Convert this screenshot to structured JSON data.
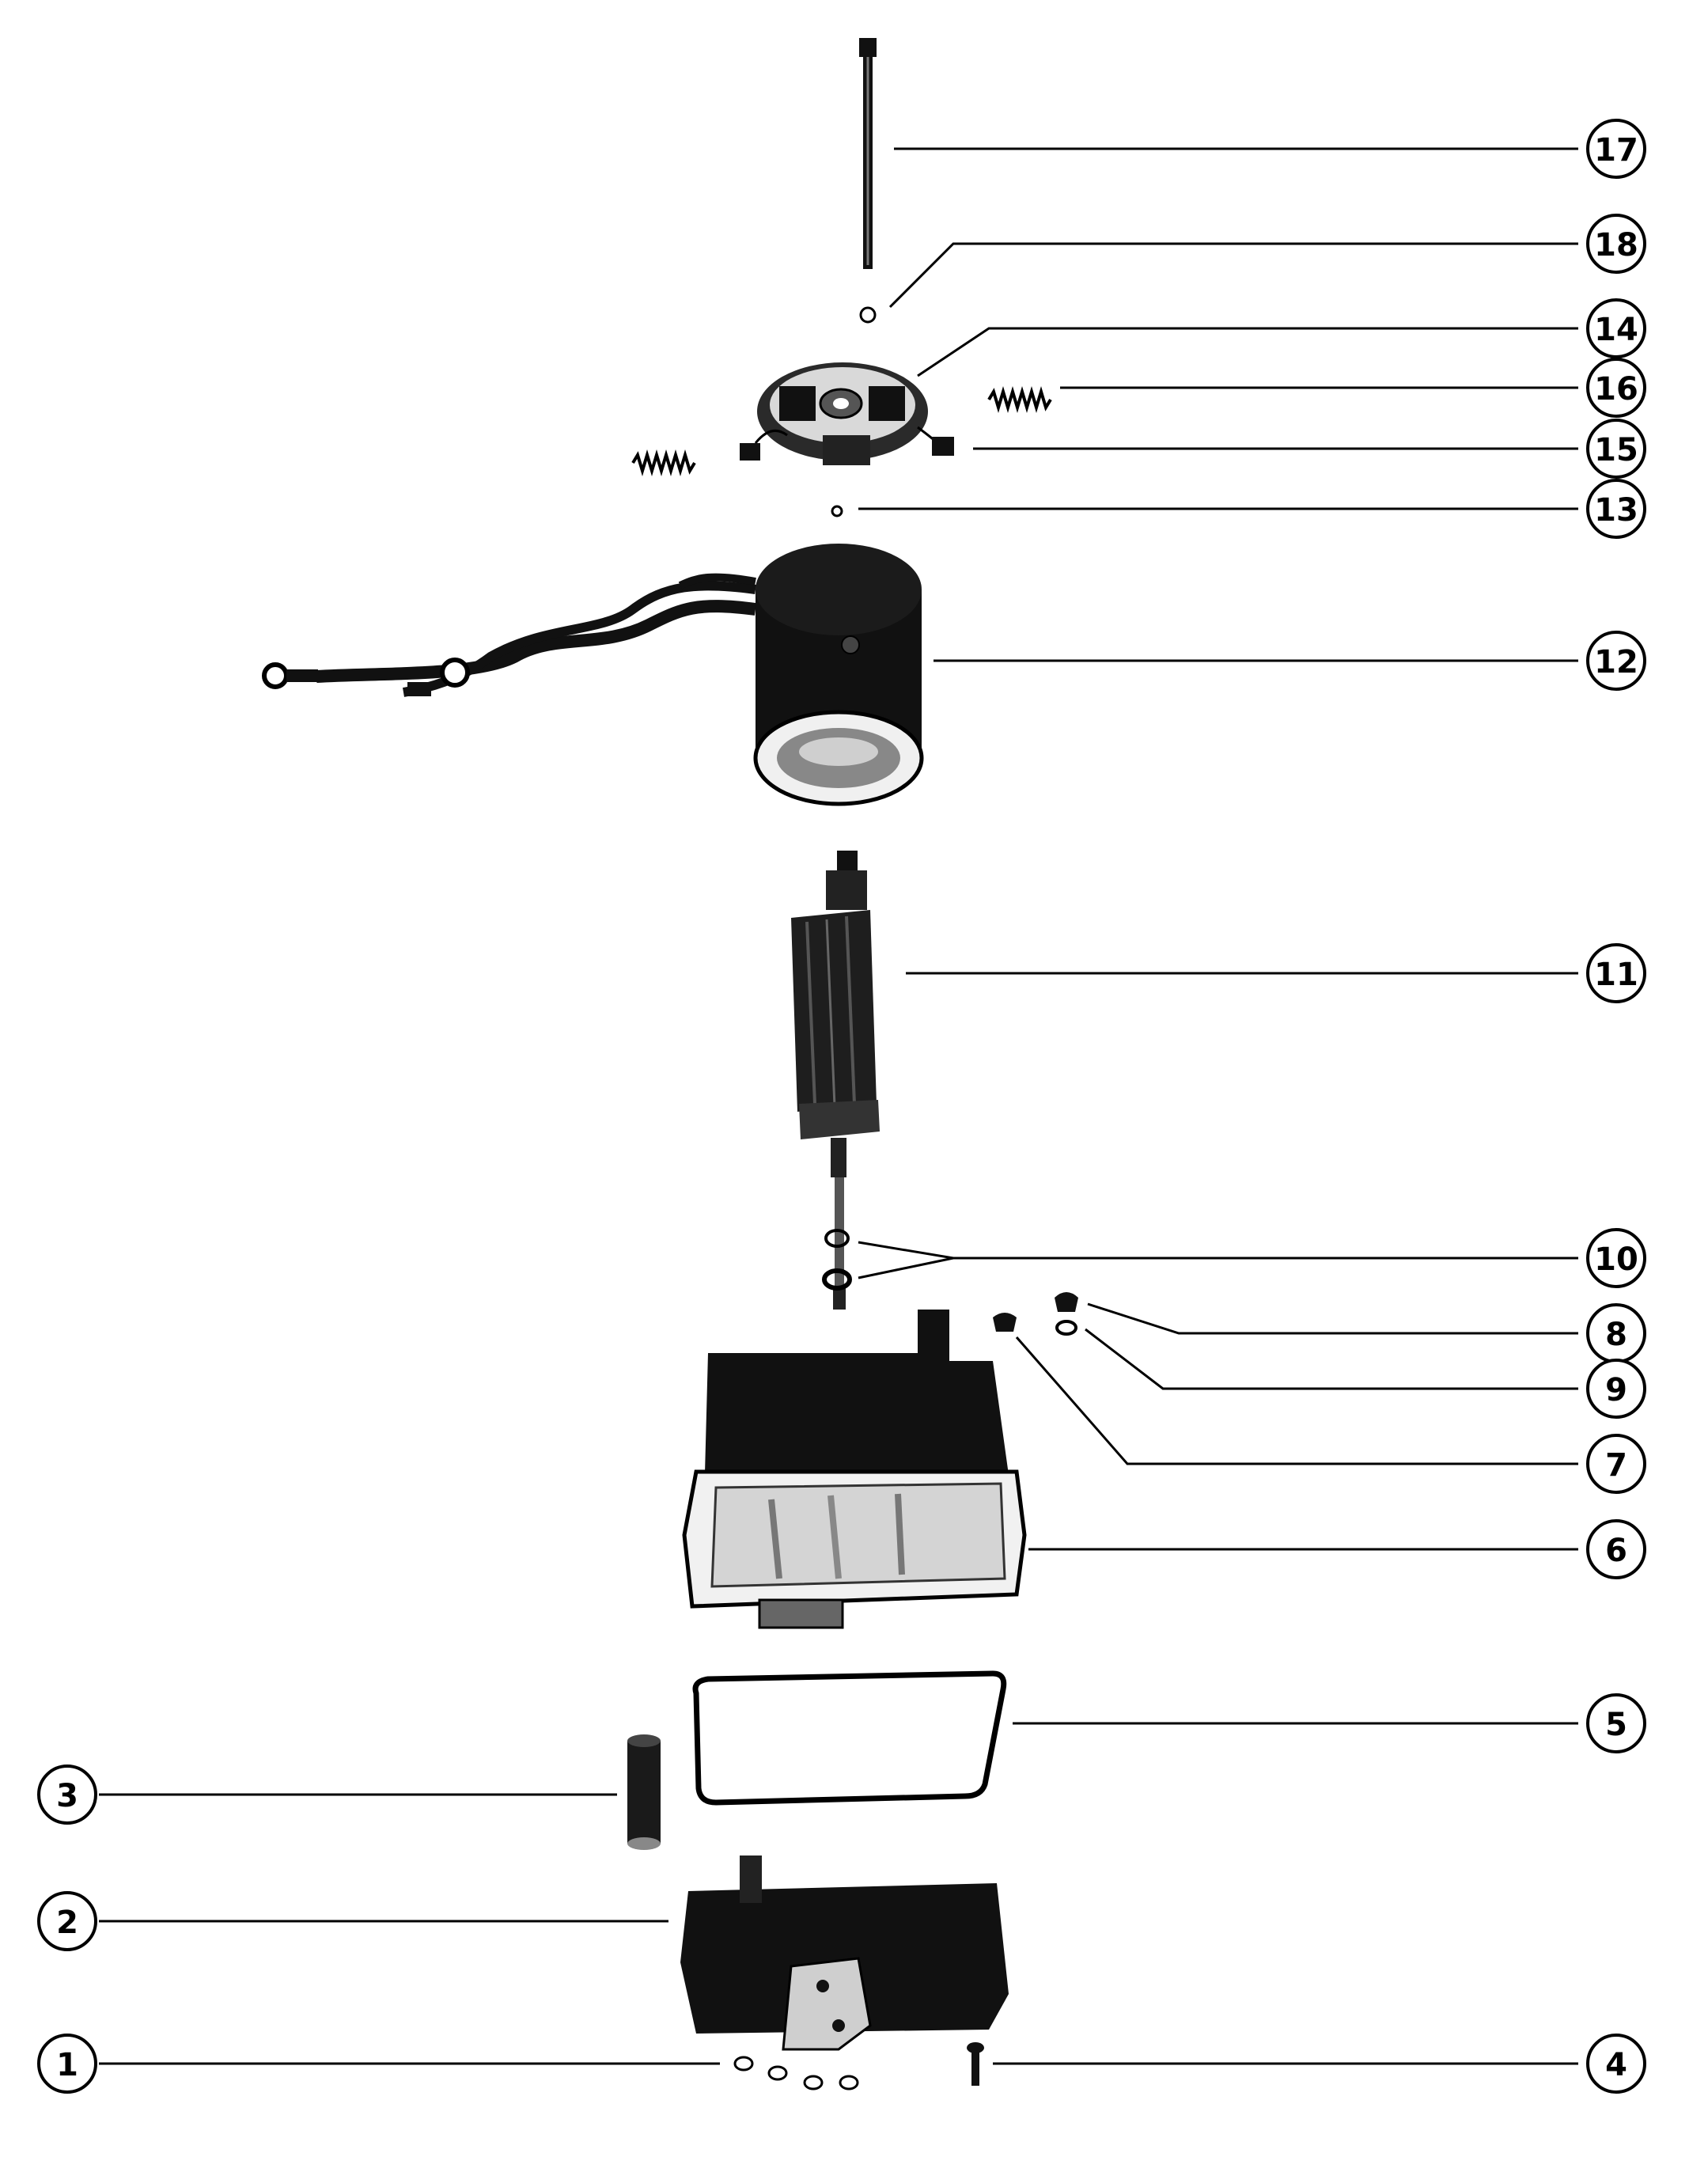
{
  "diagram": {
    "callouts": [
      "1",
      "2",
      "3",
      "4",
      "5",
      "6",
      "7",
      "8",
      "9",
      "10",
      "11",
      "12",
      "13",
      "14",
      "15",
      "16",
      "17",
      "18"
    ]
  },
  "colors": {
    "ink": "#000000",
    "paper": "#ffffff",
    "metal": "#c8c8c8",
    "shade": "#6e6e6e"
  }
}
